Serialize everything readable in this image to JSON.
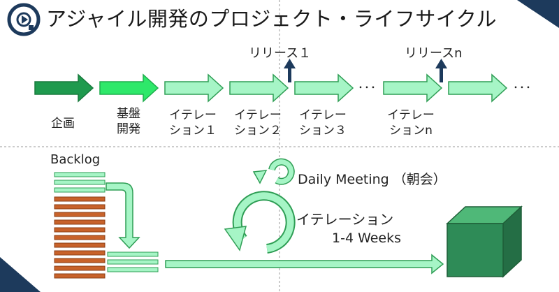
{
  "title": "アジャイル開発のプロジェクト・ライフサイクル",
  "logo": {
    "icon": "play-circle-icon",
    "color": "#1d3a5c"
  },
  "releases": [
    {
      "label": "リリース１"
    },
    {
      "label": "リリースn"
    }
  ],
  "phases": {
    "planning": "企画",
    "foundation_line1": "基盤",
    "foundation_line2": "開発",
    "iter1_line1": "イテレー",
    "iter1_line2": "ション１",
    "iter2_line1": "イテレー",
    "iter2_line2": "ション２",
    "iter3_line1": "イテレー",
    "iter3_line2": "ション３",
    "itern_line1": "イテレー",
    "itern_line2": "ションn"
  },
  "ellipsis": "･･･",
  "backlog_label": "Backlog",
  "daily_meeting": "Daily Meeting （朝会）",
  "iteration_label": "イテレーション",
  "iteration_duration": "1-4 Weeks",
  "colors": {
    "dark_green": "#1f9a4e",
    "bright_green": "#2ee86a",
    "light_green": "#a6f5c6",
    "outline_green": "#2f9e55",
    "orange": "#c8622a",
    "navy": "#1d3a5c",
    "cube": "#2e8b57"
  }
}
